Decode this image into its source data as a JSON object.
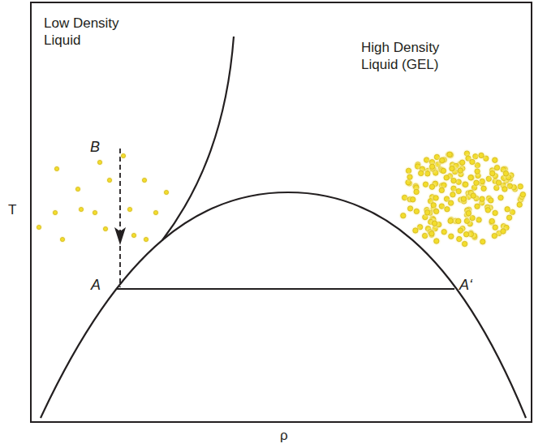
{
  "diagram": {
    "labels": [
      "Low Density Liquid",
      "High Density Liquid (GEL)",
      "B",
      "A",
      "A‘",
      "T",
      "ρ"
    ]
  }
}
